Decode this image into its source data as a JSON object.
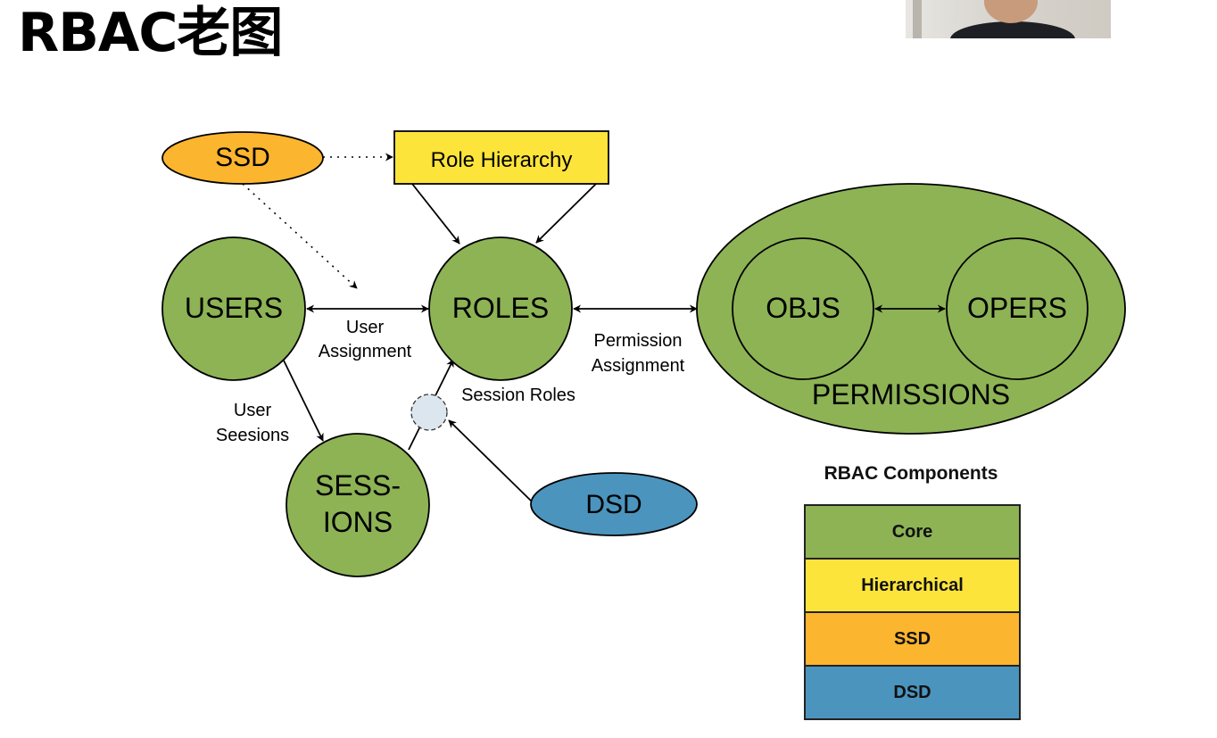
{
  "title": "RBAC老图",
  "nodes": {
    "ssd": "SSD",
    "role_hierarchy": "Role Hierarchy",
    "users": "USERS",
    "roles": "ROLES",
    "sessions_line1": "SESS-",
    "sessions_line2": "IONS",
    "dsd": "DSD",
    "objs": "OBJS",
    "opers": "OPERS",
    "permissions": "PERMISSIONS"
  },
  "edge_labels": {
    "user_assignment_1": "User",
    "user_assignment_2": "Assignment",
    "permission_assignment_1": "Permission",
    "permission_assignment_2": "Assignment",
    "user_sessions_1": "User",
    "user_sessions_2": "Seesions",
    "session_roles": "Session Roles"
  },
  "legend": {
    "title": "RBAC Components",
    "rows": [
      {
        "label": "Core",
        "color": "#8db355"
      },
      {
        "label": "Hierarchical",
        "color": "#fce43b"
      },
      {
        "label": "SSD",
        "color": "#fcb52e"
      },
      {
        "label": "DSD",
        "color": "#4b94be"
      }
    ]
  },
  "colors": {
    "core": "#8db355",
    "hierarchy": "#fce43b",
    "ssd": "#fcb52e",
    "dsd": "#4b94be",
    "session_marker": "#dce6ee"
  }
}
